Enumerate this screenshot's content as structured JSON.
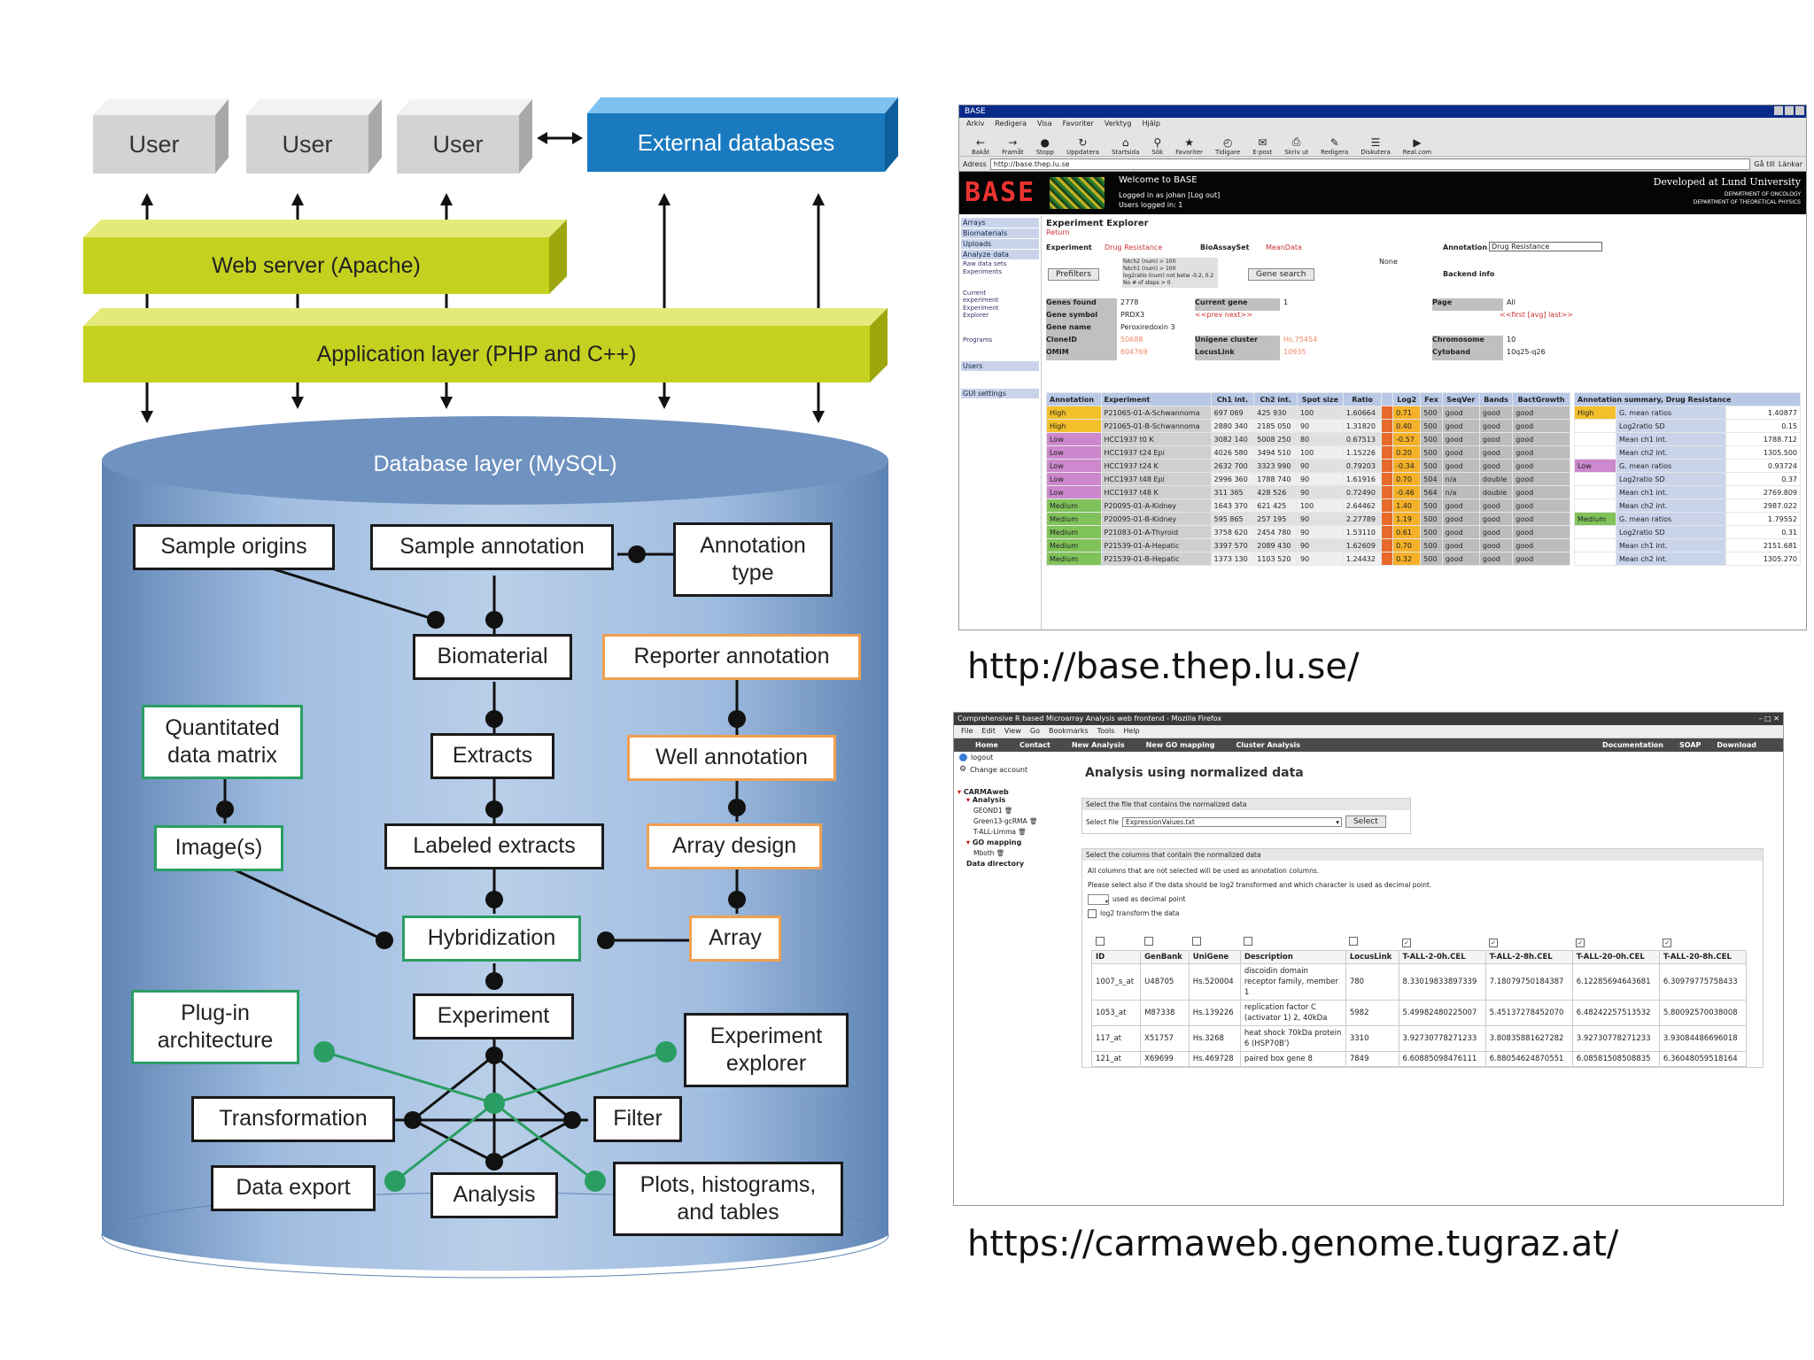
{
  "diagram": {
    "top": {
      "user_labels": [
        "User",
        "User",
        "User"
      ],
      "external_db": "External databases"
    },
    "web_server": "Web server (Apache)",
    "app_layer": "Application layer (PHP and C++)",
    "db_layer": "Database layer (MySQL)",
    "nodes": {
      "sample_origins": "Sample origins",
      "sample_annotation": "Sample annotation",
      "annotation_type": "Annotation type",
      "biomaterial": "Biomaterial",
      "reporter_annotation": "Reporter annotation",
      "quantitated": "Quantitated data matrix",
      "extracts": "Extracts",
      "well_annotation": "Well annotation",
      "images": "Image(s)",
      "labeled_extracts": "Labeled extracts",
      "array_design": "Array design",
      "hybridization": "Hybridization",
      "array": "Array",
      "plugin": "Plug-in architecture",
      "experiment": "Experiment",
      "experiment_explorer": "Experiment explorer",
      "transformation": "Transformation",
      "filter": "Filter",
      "data_export": "Data export",
      "analysis": "Analysis",
      "plots": "Plots, histograms, and tables"
    },
    "colors": {
      "db_blue": "#7b9fc8",
      "lime": "#c5d11f",
      "ext_blue": "#1a7ac0",
      "green_dot": "#2a9e62",
      "orange": "#f0a050"
    }
  },
  "base_app": {
    "url_caption": "http://base.thep.lu.se/",
    "title_bar": "BASE",
    "menu": [
      "Arkiv",
      "Redigera",
      "Visa",
      "Favoriter",
      "Verktyg",
      "Hjälp"
    ],
    "toolbar": [
      "Bakåt",
      "Framåt",
      "Stopp",
      "Uppdatera",
      "Startsida",
      "Sök",
      "Favoriter",
      "Tidigare",
      "E-post",
      "Skriv ut",
      "Redigera",
      "Diskutera",
      "Real.com"
    ],
    "address_label": "Adress",
    "address": "http://base.thep.lu.se",
    "go": "Gå till",
    "links": "Länkar",
    "logo": "BASE",
    "welcome": "Welcome to BASE",
    "logged_in": "Logged in as johan [Log out]",
    "users_logged": "Users logged in: 1",
    "developed_by": "Developed at Lund University",
    "dept1": "DEPARTMENT OF ONCOLOGY",
    "dept2": "DEPARTMENT OF THEORETICAL PHYSICS",
    "sidebar": [
      "Arrays",
      "Biomaterials",
      "Uploads",
      "Analyze data",
      "Raw data sets",
      "Experiments",
      "Current experiment",
      "Experiment Explorer",
      "Programs",
      "Users",
      "GUI settings"
    ],
    "heading": "Experiment Explorer",
    "return": "Return",
    "experiment_label": "Experiment",
    "experiment_value": "Drug Resistance",
    "bioassay_label": "BioAssaySet",
    "bioassay_value": "MeanData",
    "annotation_label": "Annotation",
    "annotation_value": "Drug Resistance",
    "prefilters": "Prefilters",
    "gene_search": "Gene search",
    "none": "None",
    "backend_info": "Backend info",
    "filters": [
      "fetch2 (num) > 100",
      "fetch1 (num) > 100",
      "log2ratio (num) not betw -0.2, 0.2",
      "No # of steps > 0"
    ],
    "info": [
      [
        "Genes found",
        "2778",
        "Current gene",
        "1",
        "Page",
        "All"
      ],
      [
        "Gene symbol",
        "PRDX3",
        "<<prev next>>",
        "",
        "",
        "<<first [avg] last>>"
      ],
      [
        "Gene name",
        "Peroxiredoxin 3",
        "",
        "",
        "",
        ""
      ],
      [
        "CloneID",
        "50688",
        "Unigene cluster",
        "Hs.75454",
        "Chromosome",
        "10"
      ],
      [
        "OMIM",
        "604769",
        "LocusLink",
        "10935",
        "Cytoband",
        "10q25-q26"
      ]
    ],
    "table_headers": [
      "Annotation",
      "Experiment",
      "Ch1 int.",
      "Ch2 int.",
      "Spot size",
      "Ratio",
      "",
      "Log2",
      "Fex",
      "SeqVer",
      "Bands",
      "BactGrowth"
    ],
    "rows": [
      [
        "High",
        "P21065-01-A-Schwannoma",
        "697 069",
        "425 930",
        "100",
        "1.60664",
        "0.71",
        "500",
        "good",
        "good",
        "good"
      ],
      [
        "High",
        "P21065-01-B-Schwannoma",
        "2880 340",
        "2185 050",
        "90",
        "1.31820",
        "0.40",
        "500",
        "good",
        "good",
        "good"
      ],
      [
        "Low",
        "HCC1937 t0 K",
        "3082 140",
        "5008 250",
        "80",
        "0.67513",
        "-0.57",
        "500",
        "good",
        "good",
        "good"
      ],
      [
        "Low",
        "HCC1937 t24 Epi",
        "4026 580",
        "3494 510",
        "100",
        "1.15226",
        "0.20",
        "500",
        "good",
        "good",
        "good"
      ],
      [
        "Low",
        "HCC1937 t24 K",
        "2632 700",
        "3323 990",
        "90",
        "0.79203",
        "-0.34",
        "500",
        "good",
        "good",
        "good"
      ],
      [
        "Low",
        "HCC1937 t48 Epi",
        "2996 360",
        "1788 740",
        "90",
        "1.61916",
        "0.70",
        "504",
        "n/a",
        "double",
        "good"
      ],
      [
        "Low",
        "HCC1937 t48 K",
        "311 365",
        "428 526",
        "90",
        "0.72490",
        "-0.46",
        "564",
        "n/a",
        "double",
        "good"
      ],
      [
        "Medium",
        "P20095-01-A-Kidney",
        "1643 370",
        "621 425",
        "100",
        "2.64462",
        "1.40",
        "500",
        "good",
        "good",
        "good"
      ],
      [
        "Medium",
        "P20095-01-B-Kidney",
        "595 865",
        "257 195",
        "90",
        "2.27789",
        "1.19",
        "500",
        "good",
        "good",
        "good"
      ],
      [
        "Medium",
        "P21083-01-A-Thyroid",
        "3758 620",
        "2454 780",
        "90",
        "1.53110",
        "0.61",
        "500",
        "good",
        "good",
        "good"
      ],
      [
        "Medium",
        "P21539-01-A-Hepatic",
        "3397 570",
        "2089 430",
        "90",
        "1.62609",
        "0.70",
        "500",
        "good",
        "good",
        "good"
      ],
      [
        "Medium",
        "P21539-01-B-Hepatic",
        "1373 130",
        "1103 520",
        "90",
        "1.24432",
        "0.32",
        "500",
        "good",
        "good",
        "good"
      ]
    ],
    "summary_header": "Annotation summary, Drug Resistance",
    "summary": [
      [
        "High",
        "G. mean ratios",
        "1.40877"
      ],
      [
        "",
        "Log2ratio SD",
        "0.15"
      ],
      [
        "",
        "Mean ch1 int.",
        "1788.712"
      ],
      [
        "",
        "Mean ch2 int.",
        "1305.500"
      ],
      [
        "Low",
        "G. mean ratios",
        "0.93724"
      ],
      [
        "",
        "Log2ratio SD",
        "0.37"
      ],
      [
        "",
        "Mean ch1 int.",
        "2769.809"
      ],
      [
        "",
        "Mean ch2 int.",
        "2987.022"
      ],
      [
        "Medium",
        "G. mean ratios",
        "1.79552"
      ],
      [
        "",
        "Log2ratio SD",
        "0.31"
      ],
      [
        "",
        "Mean ch1 int.",
        "2151.681"
      ],
      [
        "",
        "Mean ch2 int.",
        "1305.270"
      ]
    ]
  },
  "carma_app": {
    "url_caption": "https://carmaweb.genome.tugraz.at/",
    "title_bar": "Comprehensive R based Microarray Analysis web frontend - Mozilla Firefox",
    "menu": [
      "File",
      "Edit",
      "View",
      "Go",
      "Bookmarks",
      "Tools",
      "Help"
    ],
    "nav": [
      "Home",
      "Contact",
      "New Analysis",
      "New GO mapping",
      "Cluster Analysis"
    ],
    "nav_right": [
      "Documentation",
      "SOAP",
      "Download"
    ],
    "logout": "logout",
    "change_account": "Change account",
    "tree": [
      "CARMAweb",
      "Analysis",
      "GEOND1",
      "Green13-gcRMA",
      "T-ALL-Limma",
      "GO mapping",
      "Mboth",
      "Data directory"
    ],
    "title": "Analysis using normalized data",
    "section1": "Select the file that contains the normalized data",
    "select_file_label": "Select file",
    "select_file_value": "ExpressionValues.txt",
    "select_button": "Select",
    "section2": "Select the columns that contain the normalized data",
    "info1": "All columns that are not selected will be used as annotation columns.",
    "info2": "Please select also if the data should be log2 transformed and which character is used as decimal point.",
    "decimal_label": "used as decimal point",
    "log2_label": "log2 transform the data",
    "columns": [
      "ID",
      "GenBank",
      "UniGene",
      "Description",
      "LocusLink",
      "T-ALL-2-0h.CEL",
      "T-ALL-2-8h.CEL",
      "T-ALL-20-0h.CEL",
      "T-ALL-20-8h.CEL"
    ],
    "rows": [
      [
        "1007_s_at",
        "U48705",
        "Hs.520004",
        "discoidin domain receptor family, member 1",
        "780",
        "8.33019833897339",
        "7.18079750184387",
        "6.12285694643681",
        "6.30979775758433"
      ],
      [
        "1053_at",
        "M87338",
        "Hs.139226",
        "replication factor C (activator 1) 2, 40kDa",
        "5982",
        "5.49982480225007",
        "5.45137278452070",
        "6.48242257513532",
        "5.80092570038008"
      ],
      [
        "117_at",
        "X51757",
        "Hs.3268",
        "heat shock 70kDa protein 6 (HSP70B')",
        "3310",
        "3.92730778271233",
        "3.80835881627282",
        "3.92730778271233",
        "3.93084486696018"
      ],
      [
        "121_at",
        "X69699",
        "Hs.469728",
        "paired box gene 8",
        "7849",
        "6.60885098476111",
        "6.88054624870551",
        "6.08581508508835",
        "6.36048059518164"
      ]
    ]
  }
}
